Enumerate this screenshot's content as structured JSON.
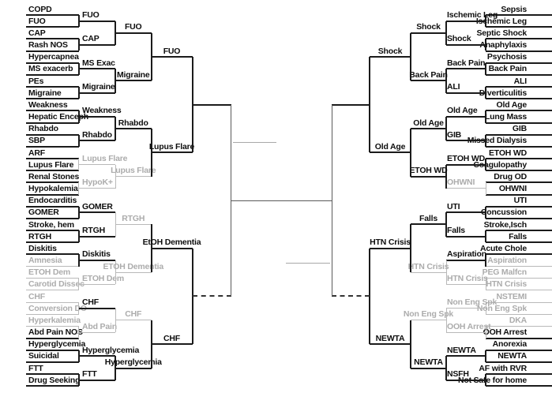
{
  "page": {
    "background": "#ffffff",
    "description_label": "Diagnosis tournament bracket"
  },
  "colors": {
    "text": "#0e0e0e",
    "dim_text": "#acacac",
    "line": "#1b1b1b",
    "dim_line": "#b9b9b9",
    "center_line": "#5a5a5a",
    "gray_segment": "#a8a8a8"
  },
  "left": {
    "entries": [
      {
        "label": "COPD",
        "dim": false
      },
      {
        "label": "FUO",
        "dim": false
      },
      {
        "label": "CAP",
        "dim": false
      },
      {
        "label": "Rash NOS",
        "dim": false
      },
      {
        "label": "Hypercapnea",
        "dim": false
      },
      {
        "label": "MS exacerb",
        "dim": false
      },
      {
        "label": "PEs",
        "dim": false
      },
      {
        "label": "Migraine",
        "dim": false
      },
      {
        "label": "Weakness",
        "dim": false
      },
      {
        "label": "Hepatic Enceph",
        "dim": false
      },
      {
        "label": "Rhabdo",
        "dim": false
      },
      {
        "label": "SBP",
        "dim": false
      },
      {
        "label": "ARF",
        "dim": false
      },
      {
        "label": "Lupus Flare",
        "dim": false
      },
      {
        "label": "Renal Stones",
        "dim": false
      },
      {
        "label": "Hypokalemia",
        "dim": false
      },
      {
        "label": "Endocarditis",
        "dim": false
      },
      {
        "label": "GOMER",
        "dim": false
      },
      {
        "label": "Stroke, hem",
        "dim": false
      },
      {
        "label": "RTGH",
        "dim": false
      },
      {
        "label": "Diskitis",
        "dim": false
      },
      {
        "label": "Amnesia",
        "dim": true
      },
      {
        "label": "ETOH Dem",
        "dim": true
      },
      {
        "label": "Carotid Dissec",
        "dim": true
      },
      {
        "label": "CHF",
        "dim": true
      },
      {
        "label": "Conversion DO",
        "dim": true
      },
      {
        "label": "Hyperkalemia",
        "dim": true
      },
      {
        "label": "Abd Pain NOS",
        "dim": false
      },
      {
        "label": "Hyperglycemia",
        "dim": false
      },
      {
        "label": "Suicidal",
        "dim": false
      },
      {
        "label": "FTT",
        "dim": false
      },
      {
        "label": "Drug Seeking",
        "dim": false
      }
    ],
    "round2": [
      {
        "label": "FUO",
        "dim": false
      },
      {
        "label": "CAP",
        "dim": false
      },
      {
        "label": "MS Exac",
        "dim": false
      },
      {
        "label": "Migraine",
        "dim": false
      },
      {
        "label": "Weakness",
        "dim": false
      },
      {
        "label": "Rhabdo",
        "dim": false
      },
      {
        "label": "Lupus Flare",
        "dim": true
      },
      {
        "label": "HypoK+",
        "dim": true
      },
      {
        "label": "GOMER",
        "dim": false
      },
      {
        "label": "RTGH",
        "dim": false
      },
      {
        "label": "Diskitis",
        "dim": false
      },
      {
        "label": "ETOH Dem",
        "dim": true
      },
      {
        "label": "CHF",
        "dim": false
      },
      {
        "label": "Abd Pain",
        "dim": true
      },
      {
        "label": "Hyperglycemia",
        "dim": false
      },
      {
        "label": "FTT",
        "dim": false
      }
    ],
    "round3": [
      {
        "label": "FUO",
        "dim": false
      },
      {
        "label": "Migraine",
        "dim": false
      },
      {
        "label": "Rhabdo",
        "dim": false
      },
      {
        "label": "Lupus Flare",
        "dim": true
      },
      {
        "label": "RTGH",
        "dim": true
      },
      {
        "label": "ETOH Dementia",
        "dim": true
      },
      {
        "label": "CHF",
        "dim": true
      },
      {
        "label": "Hyperglycemia",
        "dim": false
      }
    ],
    "round4": [
      {
        "label": "FUO",
        "dim": false
      },
      {
        "label": "Lupus Flare",
        "dim": false
      },
      {
        "label": "EtOH Dementia",
        "dim": false
      },
      {
        "label": "CHF",
        "dim": false
      }
    ]
  },
  "right": {
    "entries": [
      {
        "label": "Sepsis",
        "dim": false
      },
      {
        "label": "Ischemic Leg",
        "dim": false
      },
      {
        "label": "Septic Shock",
        "dim": false
      },
      {
        "label": "Anaphylaxis",
        "dim": false
      },
      {
        "label": "Psychosis",
        "dim": false
      },
      {
        "label": "Back Pain",
        "dim": false
      },
      {
        "label": "ALI",
        "dim": false
      },
      {
        "label": "Diverticulitis",
        "dim": false
      },
      {
        "label": "Old Age",
        "dim": false
      },
      {
        "label": "Lung Mass",
        "dim": false
      },
      {
        "label": "GIB",
        "dim": false
      },
      {
        "label": "Missed Dialysis",
        "dim": false
      },
      {
        "label": "ETOH WD",
        "dim": false
      },
      {
        "label": "Coagulopathy",
        "dim": false
      },
      {
        "label": "Drug OD",
        "dim": false
      },
      {
        "label": "OHWNI",
        "dim": false
      },
      {
        "label": "UTI",
        "dim": false
      },
      {
        "label": "Concussion",
        "dim": false
      },
      {
        "label": "Stroke,Isch",
        "dim": false
      },
      {
        "label": "Falls",
        "dim": false
      },
      {
        "label": "Acute Chole",
        "dim": false
      },
      {
        "label": "Aspiration",
        "dim": true
      },
      {
        "label": "PEG Malfcn",
        "dim": true
      },
      {
        "label": "HTN Crisis",
        "dim": true
      },
      {
        "label": "NSTEMI",
        "dim": true
      },
      {
        "label": "Non Eng Spk",
        "dim": true
      },
      {
        "label": "DKA",
        "dim": true
      },
      {
        "label": "OOH Arrest",
        "dim": false
      },
      {
        "label": "Anorexia",
        "dim": false
      },
      {
        "label": "NEWTA",
        "dim": false
      },
      {
        "label": "AF with RVR",
        "dim": false
      },
      {
        "label": "Not Safe for home",
        "dim": false
      }
    ],
    "round2": [
      {
        "label": "Ischemic Leg",
        "dim": false
      },
      {
        "label": "Shock",
        "dim": false
      },
      {
        "label": "Back Pain",
        "dim": false
      },
      {
        "label": "ALI",
        "dim": false
      },
      {
        "label": "Old Age",
        "dim": false
      },
      {
        "label": "GIB",
        "dim": false
      },
      {
        "label": "ETOH WD",
        "dim": false
      },
      {
        "label": "OHWNI",
        "dim": true
      },
      {
        "label": "UTI",
        "dim": false
      },
      {
        "label": "Falls",
        "dim": false
      },
      {
        "label": "Aspiration",
        "dim": false
      },
      {
        "label": "HTN Crisis",
        "dim": true
      },
      {
        "label": "Non Eng Spk",
        "dim": true
      },
      {
        "label": "OOH Arrest",
        "dim": true
      },
      {
        "label": "NEWTA",
        "dim": false
      },
      {
        "label": "NSFH",
        "dim": false
      }
    ],
    "round3": [
      {
        "label": "Shock",
        "dim": false
      },
      {
        "label": "Back Pain",
        "dim": false
      },
      {
        "label": "Old Age",
        "dim": false
      },
      {
        "label": "ETOH WD",
        "dim": false
      },
      {
        "label": "Falls",
        "dim": false
      },
      {
        "label": "HTN Crisis",
        "dim": true
      },
      {
        "label": "Non Eng Spk",
        "dim": true
      },
      {
        "label": "NEWTA",
        "dim": false
      }
    ],
    "round4": [
      {
        "label": "Shock",
        "dim": false
      },
      {
        "label": "Old Age",
        "dim": false
      },
      {
        "label": "HTN Crisis",
        "dim": false
      },
      {
        "label": "NEWTA",
        "dim": false
      }
    ]
  },
  "center": {
    "has_championship_line": true,
    "finalist_segments": 2
  }
}
